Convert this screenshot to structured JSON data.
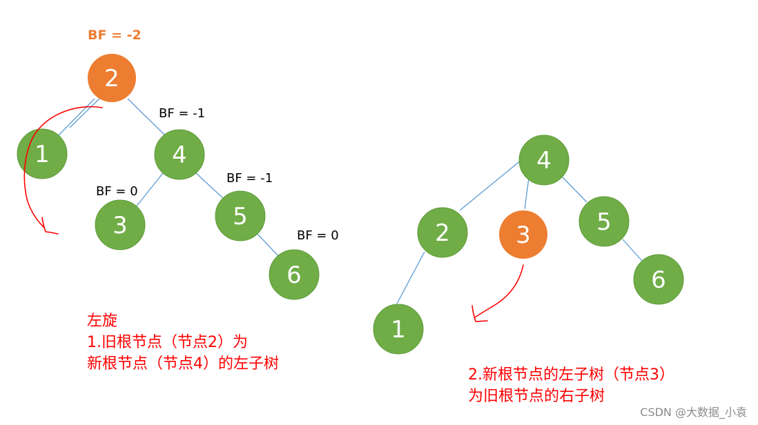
{
  "colors": {
    "node_green": "#70AD47",
    "node_orange": "#ED7D31",
    "edge": "#5B9BD5",
    "annotation": "#FF0000"
  },
  "left_tree": {
    "nodes": [
      "2",
      "1",
      "4",
      "3",
      "5",
      "6"
    ],
    "root_bf": "BF = -2",
    "bf_4": "BF = -1",
    "bf_3": "BF = 0",
    "bf_5": "BF = -1",
    "bf_6": "BF = 0"
  },
  "right_tree": {
    "nodes": [
      "4",
      "2",
      "3",
      "5",
      "1",
      "6"
    ]
  },
  "notes": {
    "left_title": "左旋",
    "left_line1": "1.旧根节点（节点2）为",
    "left_line2": "新根节点（节点4）的左子树",
    "right_line1": "2.新根节点的左子树（节点3）",
    "right_line2": "为旧根节点的右子树"
  },
  "watermark": "CSDN @大数据_小袁"
}
